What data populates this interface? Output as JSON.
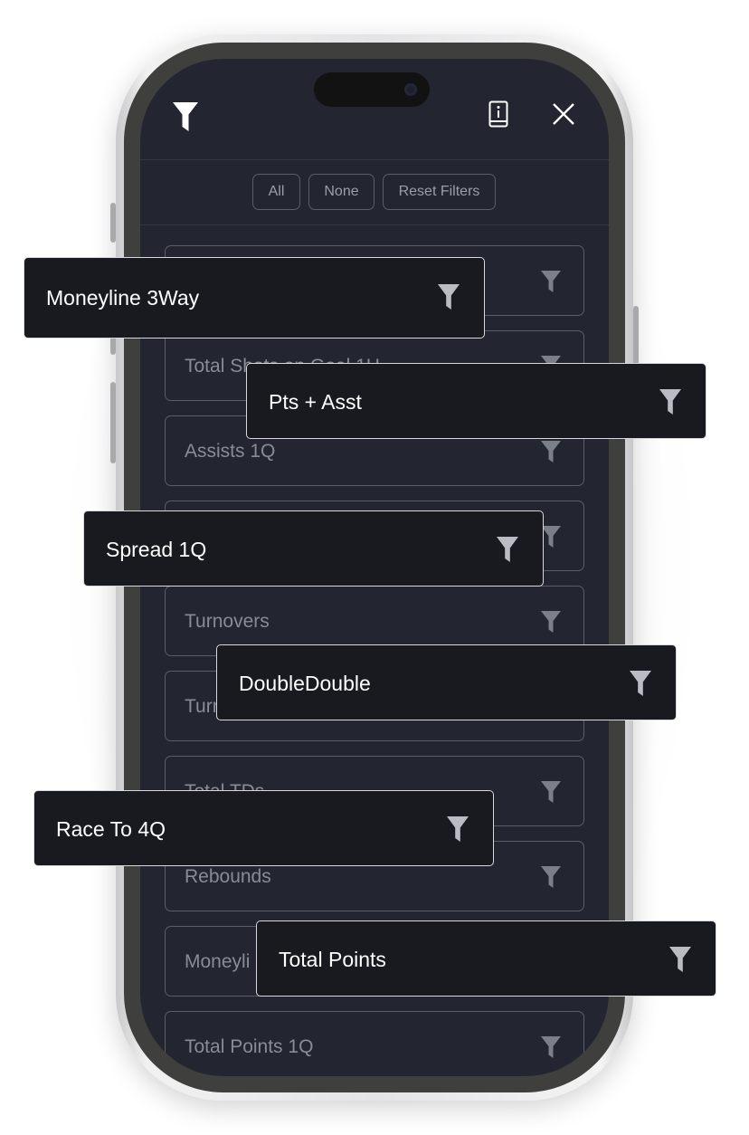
{
  "header": {
    "filter_icon": "funnel-icon",
    "info_icon": "info-book-icon",
    "close_icon": "close-x-icon"
  },
  "pills": {
    "all": "All",
    "none": "None",
    "reset": "Reset Filters"
  },
  "rows": [
    {
      "label": ""
    },
    {
      "label": "Total Shots on Goal 1H"
    },
    {
      "label": "Assists 1Q"
    },
    {
      "label": ""
    },
    {
      "label": "Turnovers"
    },
    {
      "label": "Turn"
    },
    {
      "label": "Total TDs"
    },
    {
      "label": "Rebounds"
    },
    {
      "label": "Moneyli"
    },
    {
      "label": "Total Points 1Q"
    }
  ],
  "cards": [
    {
      "label": "Moneyline 3Way"
    },
    {
      "label": "Pts + Asst"
    },
    {
      "label": "Spread 1Q"
    },
    {
      "label": "DoubleDouble"
    },
    {
      "label": "Race To 4Q"
    },
    {
      "label": "Total Points"
    }
  ],
  "colors": {
    "screen_bg": "#232631",
    "card_bg": "#181a20",
    "card_border": "#d8d9de",
    "row_border": "#5a5e68",
    "muted_text": "#888c95"
  }
}
